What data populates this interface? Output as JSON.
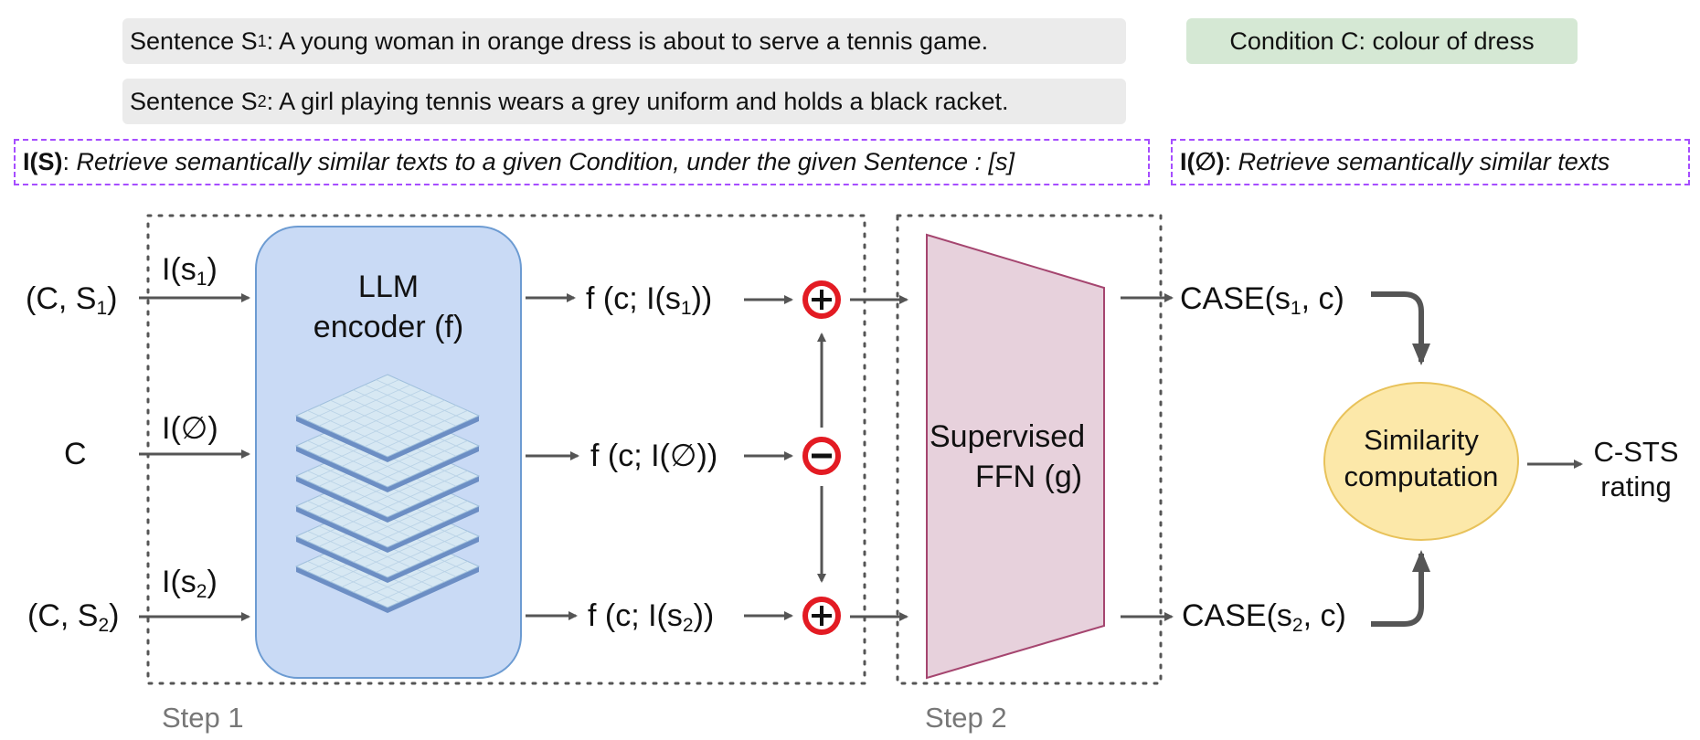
{
  "sentences": {
    "s1": {
      "prefix": "Sentence S",
      "sub": "1",
      "text": ": A young woman in orange dress is about to serve a tennis game."
    },
    "s2": {
      "prefix": "Sentence S",
      "sub": "2",
      "text": ": A girl playing tennis wears a grey uniform and holds a black racket."
    }
  },
  "condition": {
    "text": "Condition C: colour of dress"
  },
  "instructions": {
    "with_sentence": {
      "label": "I(S)",
      "text": "Retrieve semantically similar texts to a given Condition, under the given Sentence : [s]"
    },
    "empty": {
      "label": "I(∅)",
      "text": "Retrieve semantically similar texts"
    }
  },
  "inputs": {
    "top": {
      "prefix": "(C, S",
      "sub": "1",
      "suffix": ")"
    },
    "middle": {
      "text": "C"
    },
    "bottom": {
      "prefix": "(C, S",
      "sub": "2",
      "suffix": ")"
    }
  },
  "arrow_labels": {
    "top": {
      "prefix": "I(s",
      "sub": "1",
      "suffix": ")"
    },
    "middle": {
      "text": "I(∅)"
    },
    "bottom": {
      "prefix": "I(s",
      "sub": "2",
      "suffix": ")"
    }
  },
  "encoder": {
    "line1": "LLM",
    "line2": "encoder (f)"
  },
  "outputs": {
    "top": {
      "prefix": "f (c; I(s",
      "sub": "1",
      "suffix": "))"
    },
    "middle": {
      "text": "f (c; I(∅))"
    },
    "bottom": {
      "prefix": "f (c; I(s",
      "sub": "2",
      "suffix": "))"
    }
  },
  "operators": {
    "top": "+",
    "middle": "−",
    "bottom": "+"
  },
  "ffn": {
    "line1": "Supervised",
    "line2": "FFN (g)"
  },
  "case": {
    "top": {
      "prefix": "CASE(s",
      "sub": "1",
      "suffix": ", c)"
    },
    "bottom": {
      "prefix": "CASE(s",
      "sub": "2",
      "suffix": ", c)"
    }
  },
  "similarity": {
    "line1": "Similarity",
    "line2": "computation"
  },
  "result": {
    "line1": "C-STS",
    "line2": "rating"
  },
  "steps": {
    "step1": "Step 1",
    "step2": "Step 2"
  },
  "colors": {
    "encoder_fill": "#c9daf5",
    "encoder_stroke": "#6c9bd2",
    "ffn_fill": "#e7d1dc",
    "ffn_stroke": "#a5456f",
    "similarity_fill": "#fce8a9",
    "similarity_stroke": "#e8c25a",
    "operator_ring": "#e31b23",
    "arrow": "#555555",
    "instruction_border": "#a64dff",
    "condition_fill": "#d5e8d4",
    "sentence_fill": "#ebebeb"
  }
}
